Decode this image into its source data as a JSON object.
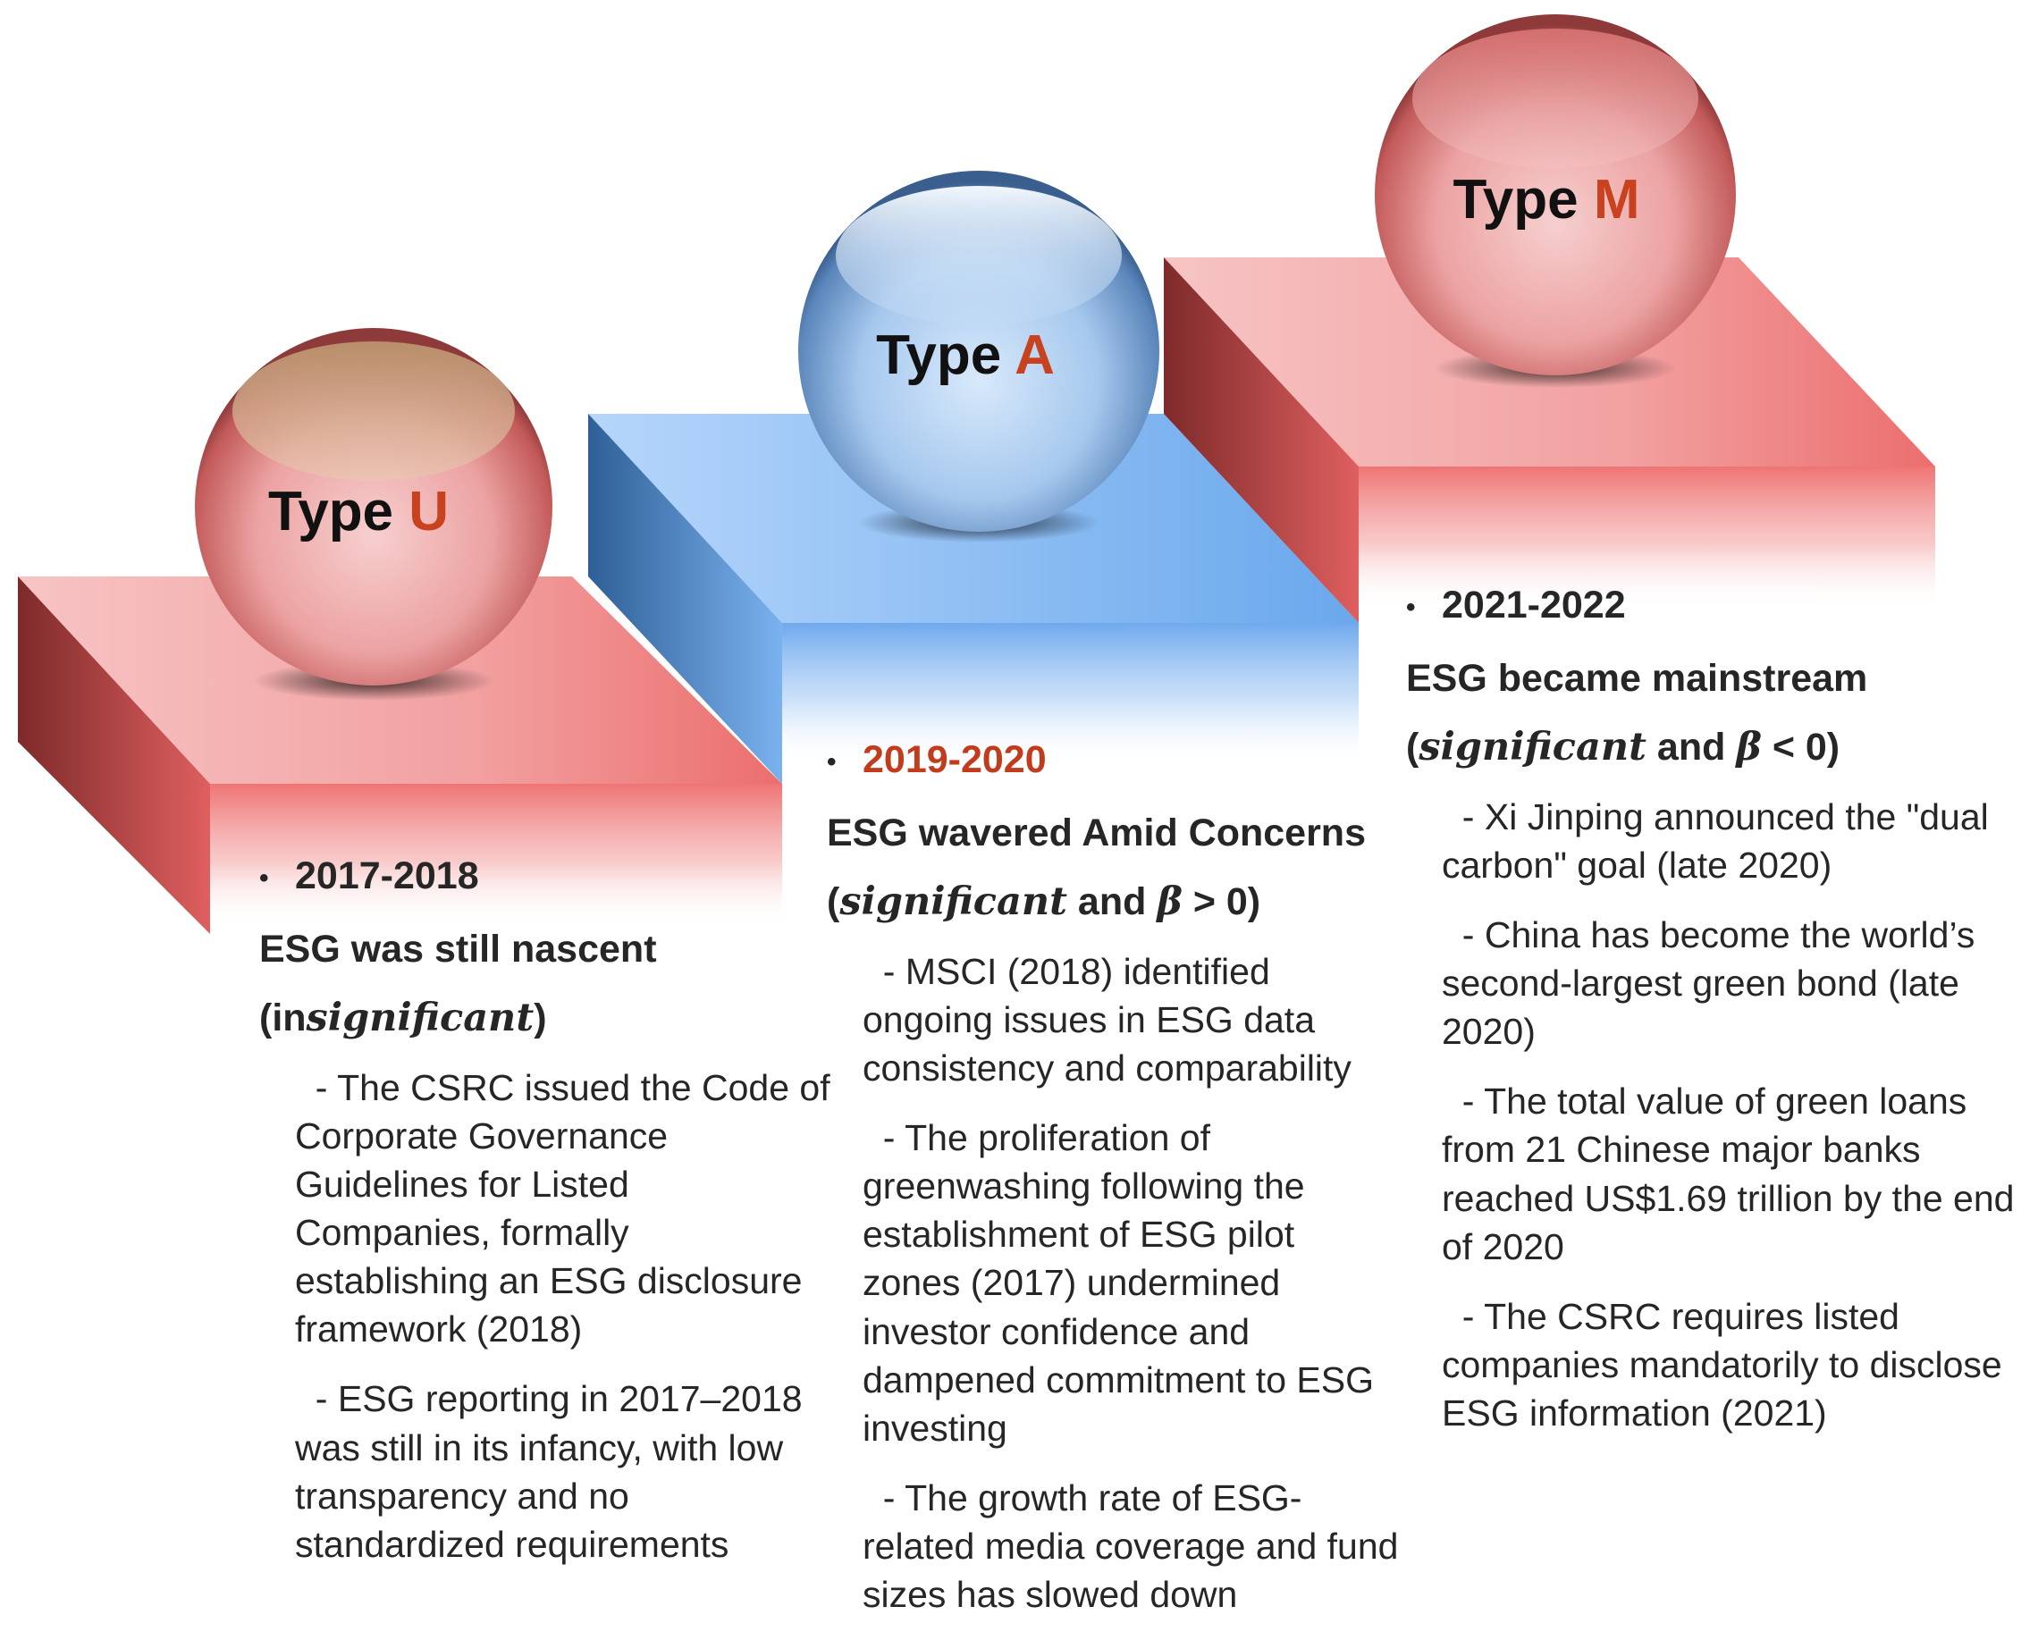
{
  "stages": [
    {
      "type_prefix": "Type",
      "type_letter": "U",
      "period": "2017-2018",
      "period_highlight": false,
      "headline": "ESG was still nascent",
      "qualifier": {
        "open": "(in",
        "italic": "significant",
        "close": ")"
      },
      "items": [
        "  - The CSRC issued the Code of Corporate Governance Guidelines for Listed Companies, formally establishing an ESG disclosure framework (2018)",
        "  - ESG reporting in 2017–2018 was still in its infancy, with low transparency and no standardized requirements"
      ]
    },
    {
      "type_prefix": "Type",
      "type_letter": "A",
      "period": "2019-2020",
      "period_highlight": true,
      "headline": "ESG wavered Amid Concerns",
      "qualifier": {
        "open": "(",
        "italic": "significant",
        "mid": " and ",
        "beta": "β",
        "rest": " > 0)"
      },
      "items": [
        "  - MSCI (2018) identified ongoing issues in ESG data consistency and comparability",
        "  - The proliferation of greenwashing following the establishment of ESG pilot zones (2017) undermined investor confidence and dampened commitment to ESG investing",
        "  - The growth rate of ESG-related media coverage and fund sizes has slowed down"
      ]
    },
    {
      "type_prefix": "Type",
      "type_letter": "M",
      "period": "2021-2022",
      "period_highlight": false,
      "headline": "ESG became mainstream",
      "qualifier": {
        "open": "(",
        "italic": "significant",
        "mid": " and ",
        "beta": "β",
        "rest": " < 0)"
      },
      "items": [
        "  - Xi Jinping announced the \"dual carbon\" goal (late 2020)",
        "  - China has become the world’s second-largest green bond (late 2020)",
        "  - The total value of green loans from 21 Chinese major banks reached US$1.69 trillion by the end of 2020",
        "  - The CSRC requires listed companies mandatorily to disclose ESG information (2021)"
      ]
    }
  ],
  "colors": {
    "red_step": "#ec6f6f",
    "blue_step": "#6aa8ec",
    "period_highlight": "#c23b1c",
    "type_letter": "#c8421f"
  }
}
